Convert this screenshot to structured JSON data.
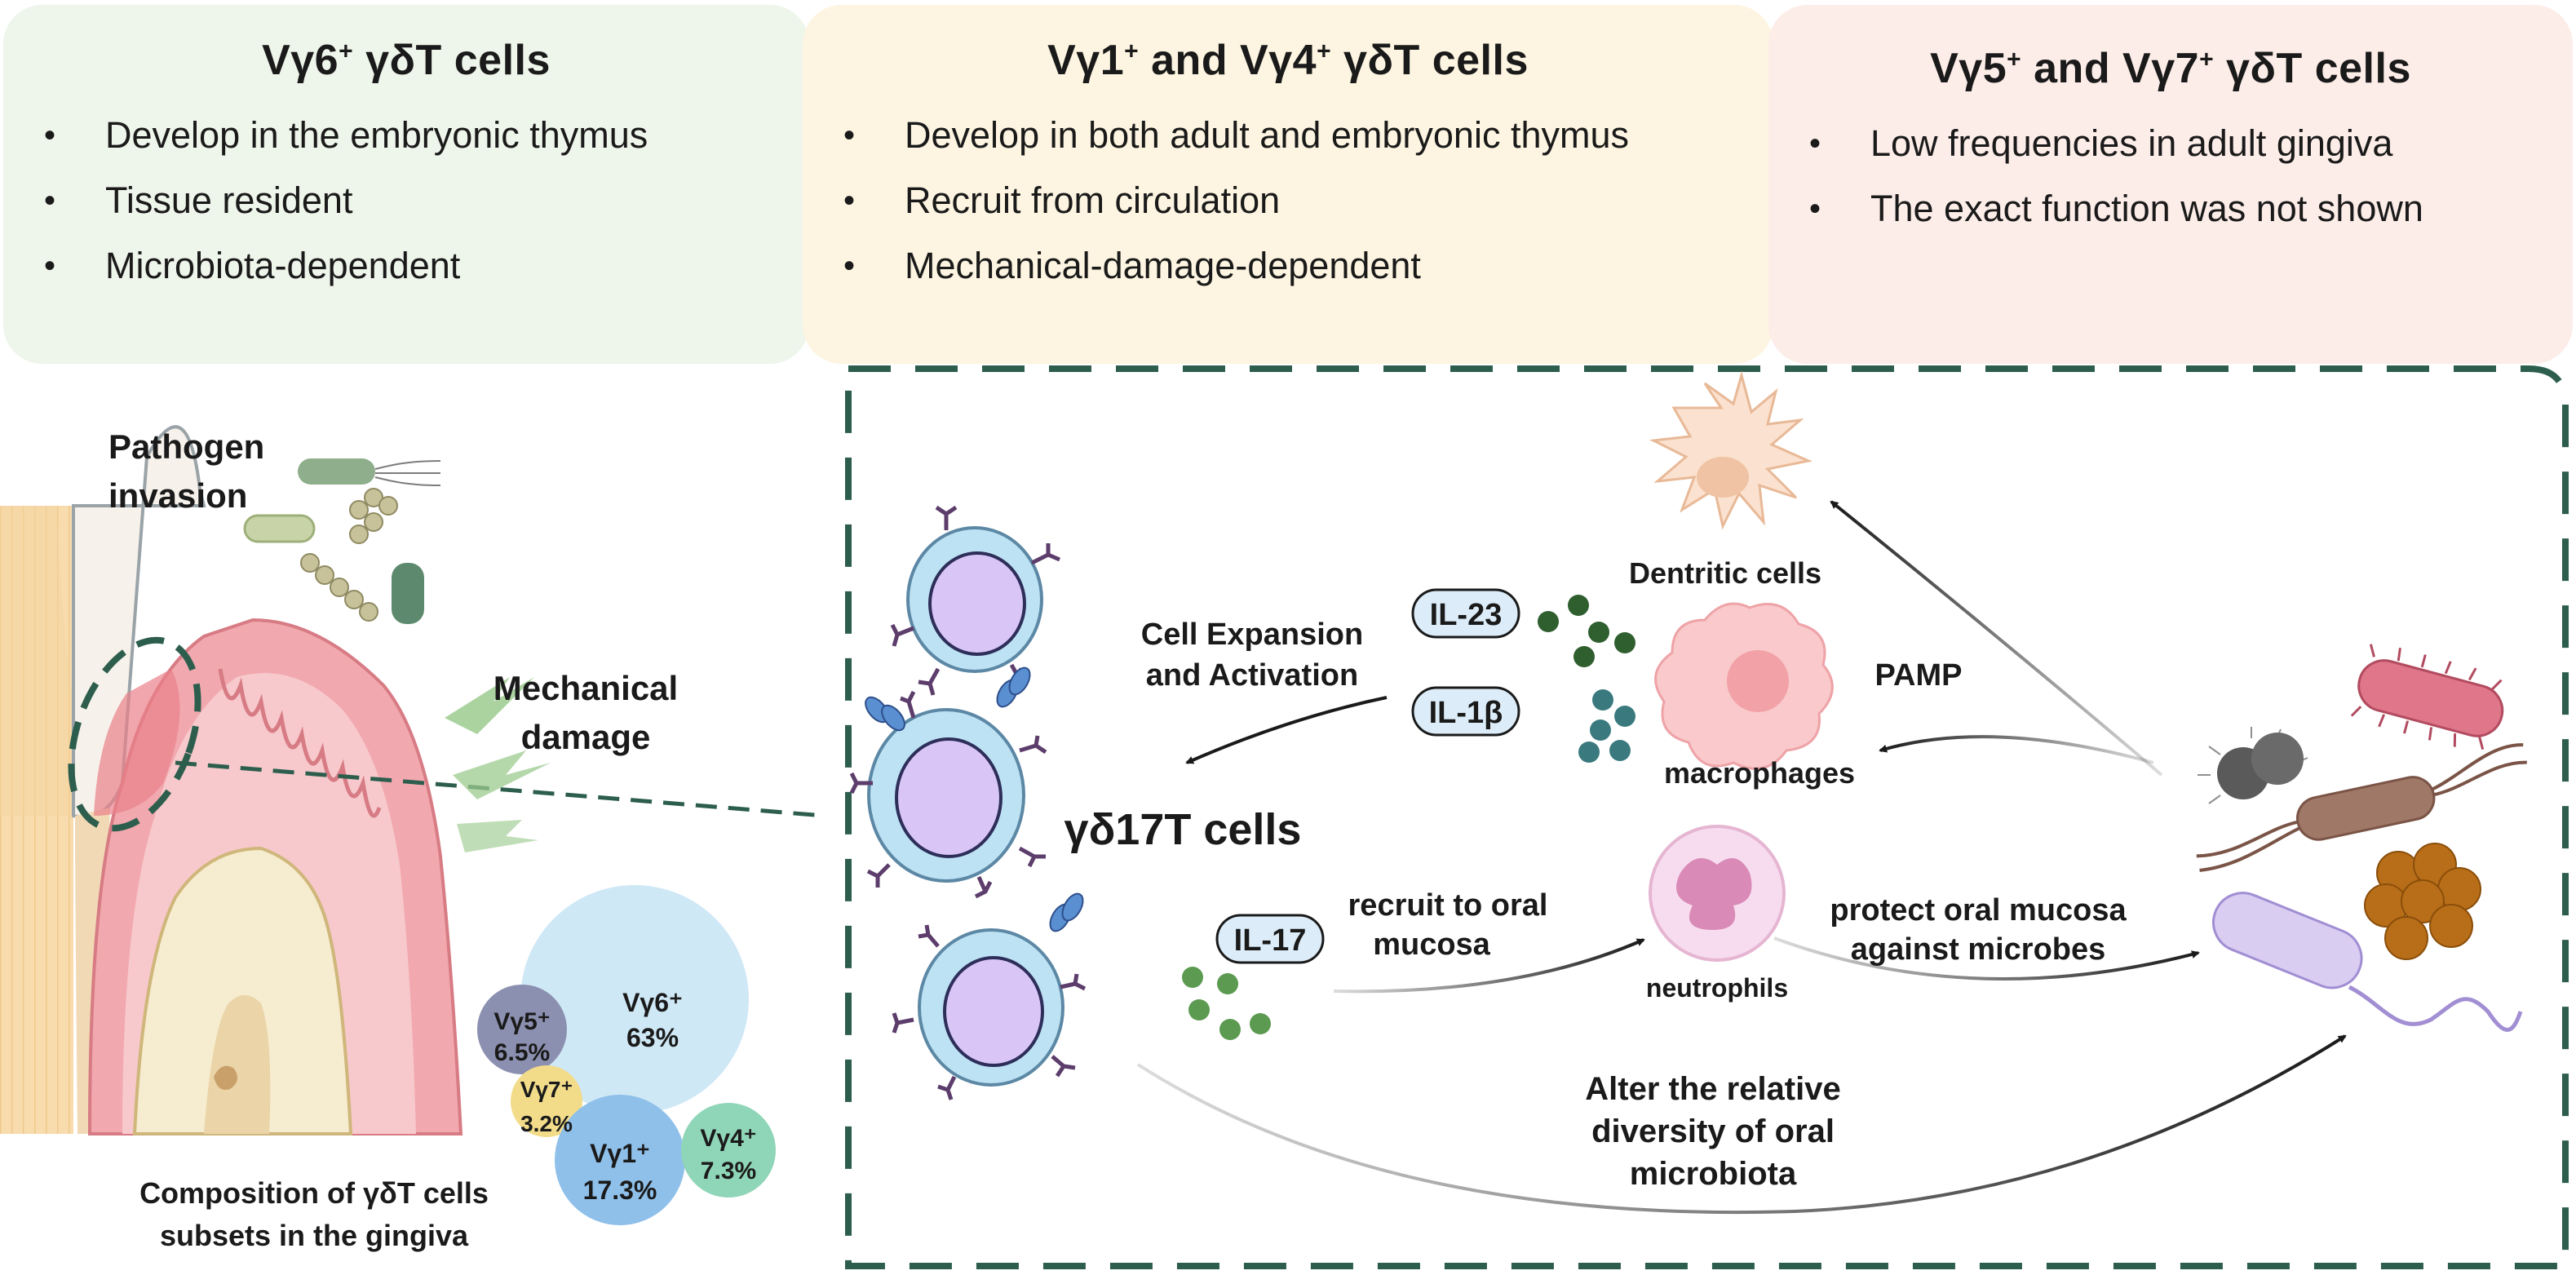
{
  "panels": [
    {
      "title_base": "Vγ6",
      "title_sup": "+",
      "title_rest": " γδT cells",
      "title_sup2": "",
      "title_rest2": "",
      "bullets": [
        "Develop in the embryonic thymus",
        "Tissue resident",
        "Microbiota-dependent"
      ]
    },
    {
      "title_base": "Vγ1",
      "title_sup": "+",
      "title_rest": " and Vγ4",
      "title_sup2": "+",
      "title_rest2": " γδT cells",
      "bullets": [
        "Develop in both adult and embryonic thymus",
        "Recruit from circulation",
        "Mechanical-damage-dependent"
      ]
    },
    {
      "title_base": "Vγ5",
      "title_sup": "+",
      "title_rest": " and Vγ7",
      "title_sup2": "+",
      "title_rest2": " γδT cells",
      "bullets": [
        "Low frequencies in adult gingiva",
        "The exact function was not shown"
      ]
    }
  ],
  "gingiva": {
    "pathogen_1": "Pathogen",
    "pathogen_2": "invasion",
    "mech_1": "Mechanical",
    "mech_2": "damage",
    "comp_1": "Composition of γδT cells",
    "comp_2": "subsets in the gingiva"
  },
  "subsets": [
    {
      "name": "Vγ6⁺",
      "value": "63%",
      "color": "#cfe8f6"
    },
    {
      "name": "Vγ5⁺",
      "value": "6.5%",
      "color": "#8c90b0"
    },
    {
      "name": "Vγ7⁺",
      "value": "3.2%",
      "color": "#f2dc8a"
    },
    {
      "name": "Vγ1⁺",
      "value": "17.3%",
      "color": "#8fc0ea"
    },
    {
      "name": "Vγ4⁺",
      "value": "7.3%",
      "color": "#8fd5b8"
    }
  ],
  "pathway": {
    "main_cell": "γδ17T cells",
    "expansion_1": "Cell Expansion",
    "expansion_2": "and Activation",
    "il23": "IL-23",
    "il1b": "IL-1β",
    "il17": "IL-17",
    "dendritic": "Dentritic cells",
    "macrophages": "macrophages",
    "pamp": "PAMP",
    "recruit_1": "recruit to oral",
    "recruit_2": "mucosa",
    "neutrophils": "neutrophils",
    "protect_1": "protect  oral mucosa",
    "protect_2": "against microbes",
    "alter_1": "Alter the relative",
    "alter_2": "diversity  of oral",
    "alter_3": "microbiota"
  },
  "colors": {
    "dash": "#2d5e4d",
    "gum": "#ef9a9f",
    "cell": "#bde2f3",
    "nucleus": "#d9c6f7",
    "receptor": "#5c3d6b"
  }
}
